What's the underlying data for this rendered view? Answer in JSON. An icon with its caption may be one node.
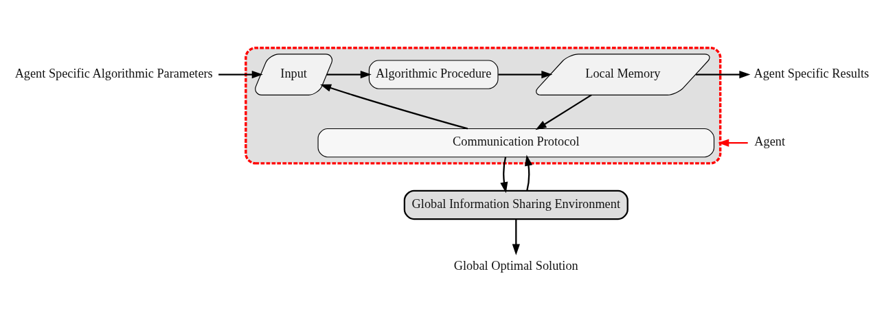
{
  "diagram": {
    "nodes": [
      {
        "text": [
          "Agent Specific Algorithmic Parameters"
        ]
      },
      {
        "text": [],
        "shape": "box"
      },
      {
        "text": [
          "Input"
        ],
        "in": 1
      },
      {
        "text": [
          "Algorithmic Procedure"
        ],
        "in": 1
      },
      {
        "text": [
          "Local Memory"
        ],
        "in": 1
      },
      {
        "text": [
          "Communication Protocol"
        ],
        "in": 1
      },
      {
        "text": [
          "Agent Specific Results"
        ]
      },
      {
        "text": [
          "Agent"
        ]
      },
      {
        "text": [
          "Global Information Sharing Environment"
        ]
      },
      {
        "text": [
          "Global Optimal Solution"
        ]
      }
    ],
    "edges": [
      {
        "from": 0,
        "to": 2,
        "arrow": "to"
      },
      {
        "from": 2,
        "to": 3,
        "arrow": "to"
      },
      {
        "from": 3,
        "to": 4,
        "arrow": "to"
      },
      {
        "from": 4,
        "to": 6,
        "arrow": "to"
      },
      {
        "from": 4,
        "to": 5,
        "arrow": "to"
      },
      {
        "from": 5,
        "to": 2,
        "arrow": "to"
      },
      {
        "from": 7,
        "to": 1,
        "arrow": "to",
        "color": "#ff0000"
      },
      {
        "from": 8,
        "to": 5,
        "arrow": "to"
      },
      {
        "from": 5,
        "to": 8,
        "arrow": "to"
      },
      {
        "from": 8,
        "to": 9,
        "arrow": "to"
      }
    ]
  }
}
